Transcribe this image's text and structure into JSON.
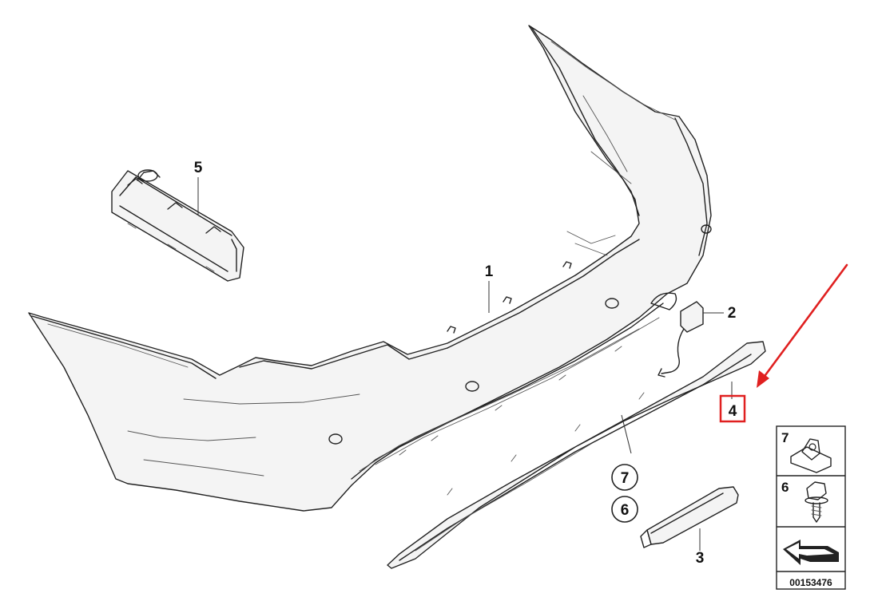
{
  "callouts": {
    "c1": "1",
    "c2": "2",
    "c3": "3",
    "c4": "4",
    "c5": "5",
    "c6": "6",
    "c7": "7"
  },
  "legend": {
    "item7": "7",
    "item6": "6"
  },
  "diagram_number": "00153476",
  "colors": {
    "highlight": "#e02020",
    "line": "#222222",
    "background": "#ffffff"
  },
  "icons": [
    "arrow-pointer-icon",
    "clip-nut-icon",
    "screw-icon",
    "navigation-arrow-icon"
  ]
}
